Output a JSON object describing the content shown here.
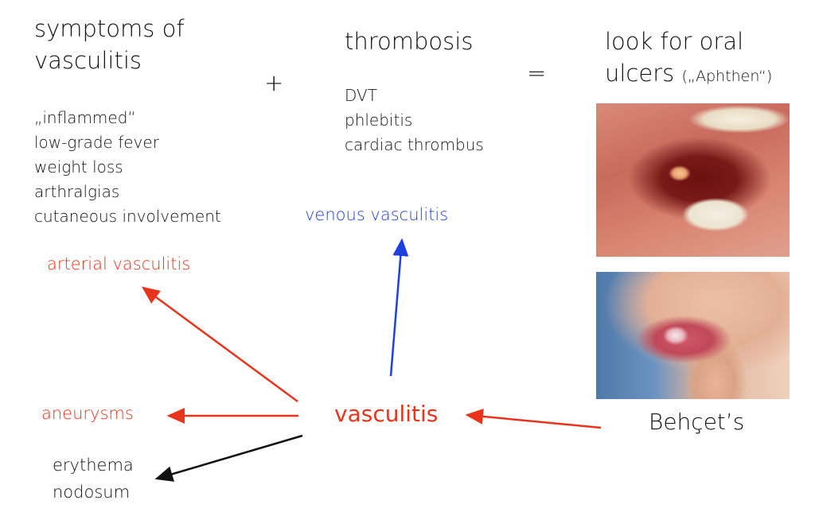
{
  "symptoms": {
    "title_line1": "symptoms of",
    "title_line2": "vasculitis",
    "items": [
      "„inflammed“",
      "low-grade fever",
      "weight loss",
      "arthralgias",
      "cutaneous involvement"
    ]
  },
  "plus": "+",
  "thrombosis": {
    "title": "thrombosis",
    "items": [
      "DVT",
      "phlebitis",
      "cardiac thrombus"
    ]
  },
  "equals": "=",
  "oral": {
    "line1": "look for oral",
    "line2": "ulcers",
    "note": "(„Aphthen“)"
  },
  "nodes": {
    "venous": "venous vasculitis",
    "arterial": "arterial vasculitis",
    "aneurysms": "aneurysms",
    "vasculitis": "vasculitis",
    "erythema_line1": "erythema",
    "erythema_line2": "nodosum",
    "behcet": "Behçet’s"
  },
  "colors": {
    "red": "#e8341c",
    "blue": "#1f3fe0",
    "black": "#111111"
  }
}
